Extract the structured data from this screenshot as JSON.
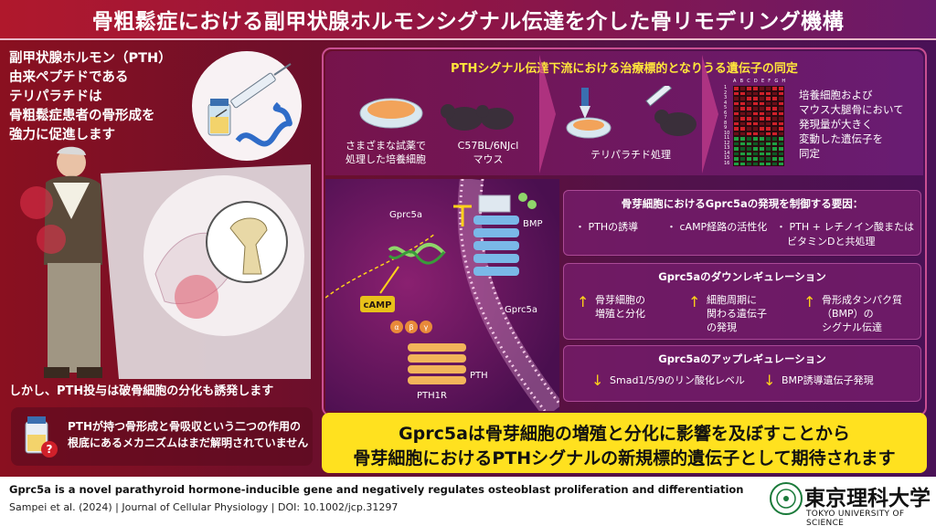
{
  "title": "骨粗鬆症における副甲状腺ホルモンシグナル伝達を介した骨リモデリング機構",
  "left": {
    "intro_lines": [
      "副甲状腺ホルモン（PTH）",
      "由来ペプチドである",
      "テリパラチドは",
      "骨粗鬆症患者の骨形成を",
      "強力に促進します"
    ],
    "however": "しかし、PTH投与は破骨細胞の分化も誘発します",
    "question_lines": [
      "PTHが持つ骨形成と骨吸収という二つの作用の",
      "根底にあるメカニズムはまだ解明されていません"
    ]
  },
  "top_panel": {
    "heading": "PTHシグナル伝達下流における治療標的となりうる遺伝子の同定",
    "label_cells": [
      "さまざまな試薬で",
      "処理した培養細胞"
    ],
    "label_mice": [
      "C57BL/6NJcl",
      "マウス"
    ],
    "label_treatment": "テリパラチド処理",
    "result_lines": [
      "培養細胞および",
      "マウス大腿骨において",
      "発現量が大きく",
      "変動した遺伝子を",
      "同定"
    ],
    "heatmap_cols": "A B C D E F G H",
    "heatmap_rows": [
      "1",
      "2",
      "3",
      "4",
      "5",
      "6",
      "7",
      "8",
      "9",
      "10",
      "11",
      "12",
      "13",
      "14",
      "15",
      "16"
    ]
  },
  "diagram": {
    "gprc5a_gene": "Gprc5a",
    "bmp": "BMP",
    "camp": "cAMP",
    "gprc5a_receptor": "Gprc5a",
    "alpha": "α",
    "beta": "β",
    "gamma": "γ",
    "pth": "PTH",
    "pth1r": "PTH1R"
  },
  "box1": {
    "title": "骨芽細胞におけるGprc5aの発現を制御する要因：",
    "items": [
      "・ PTHの誘導",
      "・ cAMP経路の活性化",
      "・ PTH + レチノイン酸または",
      "ビタミンDと共処理"
    ]
  },
  "box2": {
    "title": "Gprc5aのダウンレギュレーション",
    "item1": [
      "骨芽細胞の",
      "増殖と分化"
    ],
    "item2": [
      "細胞周期に",
      "関わる遺伝子",
      "の発現"
    ],
    "item3": [
      "骨形成タンパク質",
      "（BMP）の",
      "シグナル伝達"
    ]
  },
  "box3": {
    "title": "Gprc5aのアップレギュレーション",
    "item1": "Smad1/5/9のリン酸化レベル",
    "item2": "BMP誘導遺伝子発現"
  },
  "conclusion": {
    "line1": "Gprc5aは骨芽細胞の増殖と分化に影響を及ぼすことから",
    "line2": "骨芽細胞におけるPTHシグナルの新規標的遺伝子として期待されます"
  },
  "footer": {
    "paper_title": "Gprc5a is a novel parathyroid hormone-inducible gene and negatively regulates osteoblast proliferation and differentiation",
    "citation": "Sampei et al. (2024)  |  Journal of Cellular Physiology  |  DOI: 10.1002/jcp.31297",
    "university_jp": "東京理科大学",
    "university_en": "TOKYO UNIVERSITY OF SCIENCE"
  },
  "colors": {
    "title_bg": "#b0182c",
    "accent_yellow": "#ffe11f",
    "up_arrow": "#ffd21a",
    "heat_red": "#d0202a",
    "heat_green": "#1fa043"
  }
}
